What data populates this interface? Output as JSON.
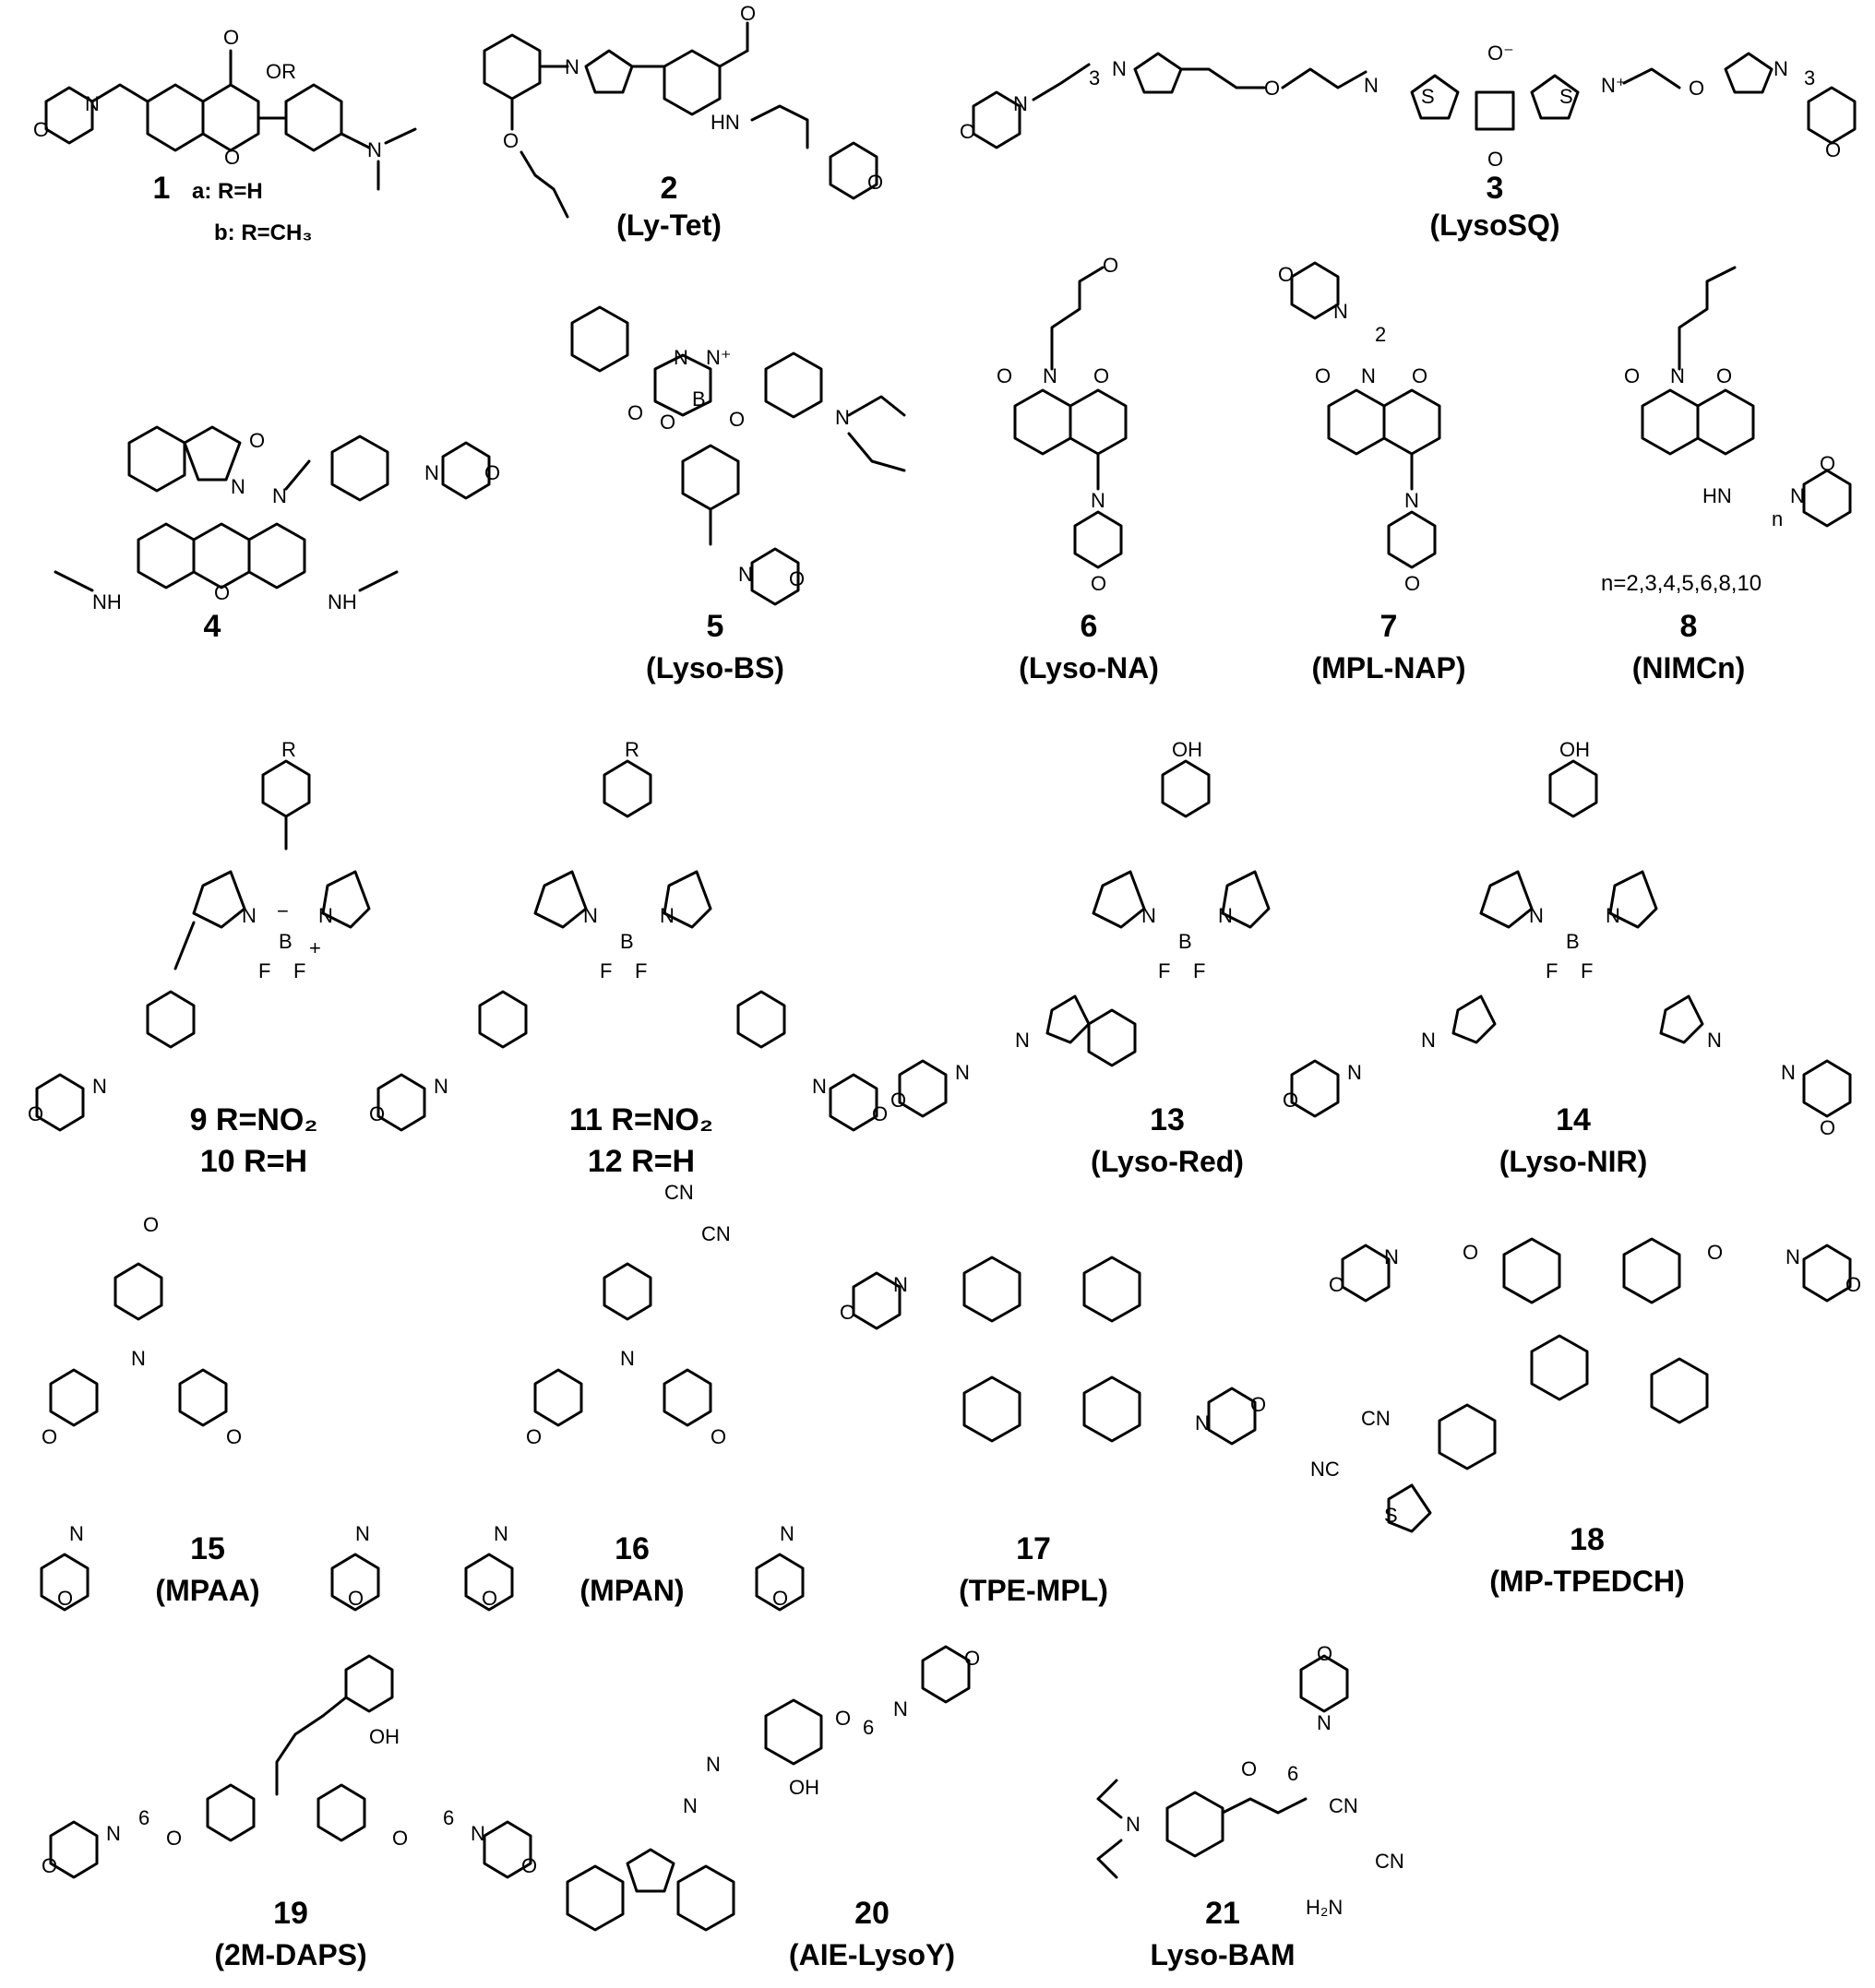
{
  "compounds": [
    {
      "number": "1",
      "variants": [
        "a: R=H",
        "b: R=CH₃"
      ]
    },
    {
      "number": "2",
      "name": "(Ly-Tet)"
    },
    {
      "number": "3",
      "name": "(LysoSQ)"
    },
    {
      "number": "4"
    },
    {
      "number": "5",
      "name": "(Lyso-BS)"
    },
    {
      "number": "6",
      "name": "(Lyso-NA)"
    },
    {
      "number": "7",
      "name": "(MPL-NAP)"
    },
    {
      "number": "8",
      "name": "(NIMCn)",
      "note": "n=2,3,4,5,6,8,10"
    },
    {
      "number": "9 R=NO₂ / 10 R=H",
      "line1": "9 R=NO₂",
      "line2": "10 R=H"
    },
    {
      "number": "11 R=NO₂ / 12 R=H",
      "line1": "11 R=NO₂",
      "line2": "12 R=H"
    },
    {
      "number": "13",
      "name": "(Lyso-Red)"
    },
    {
      "number": "14",
      "name": "(Lyso-NIR)"
    },
    {
      "number": "15",
      "name": "(MPAA)"
    },
    {
      "number": "16",
      "name": "(MPAN)"
    },
    {
      "number": "17",
      "name": "(TPE-MPL)"
    },
    {
      "number": "18",
      "name": "(MP-TPEDCH)"
    },
    {
      "number": "19",
      "name": "(2M-DAPS)"
    },
    {
      "number": "20",
      "name": "(AIE-LysoY)"
    },
    {
      "number": "21",
      "name": "Lyso-BAM"
    }
  ],
  "atoms": {
    "O": "O",
    "N": "N",
    "NH": "NH",
    "HN": "HN",
    "OH": "OH",
    "OR": "OR",
    "S": "S",
    "B": "B",
    "F": "F",
    "R": "R",
    "CN": "CN",
    "NC": "NC",
    "H2N": "H₂N",
    "N_plus": "N⁺",
    "O_minus": "O⁻",
    "minus": "−",
    "plus": "+",
    "H": "H",
    "n": "n",
    "sub2": "2",
    "sub3": "3",
    "sub6": "6"
  }
}
